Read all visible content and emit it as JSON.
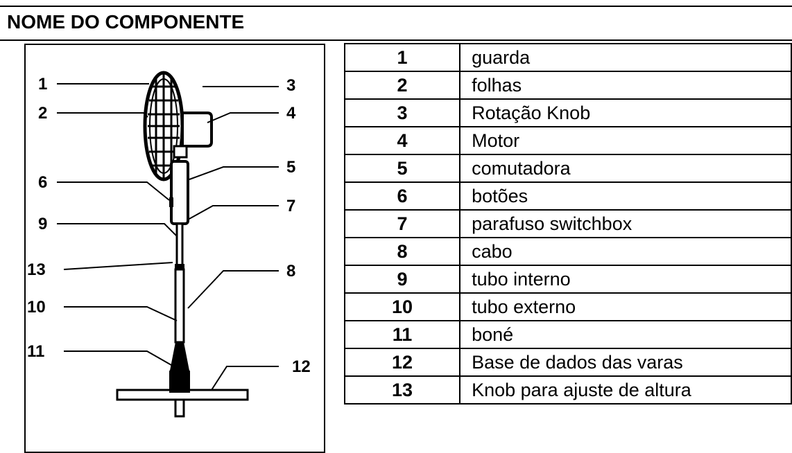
{
  "header": {
    "title": "NOME DO COMPONENTE"
  },
  "figure": {
    "callouts": [
      "1",
      "2",
      "3",
      "4",
      "5",
      "6",
      "7",
      "9",
      "13",
      "8",
      "10",
      "11",
      "12"
    ]
  },
  "parts": [
    {
      "num": "1",
      "name": "guarda"
    },
    {
      "num": "2",
      "name": "folhas"
    },
    {
      "num": "3",
      "name": "Rotação Knob"
    },
    {
      "num": "4",
      "name": "Motor"
    },
    {
      "num": "5",
      "name": "comutadora"
    },
    {
      "num": "6",
      "name": "botões"
    },
    {
      "num": "7",
      "name": "parafuso switchbox"
    },
    {
      "num": "8",
      "name": "cabo"
    },
    {
      "num": "9",
      "name": "tubo interno"
    },
    {
      "num": "10",
      "name": "tubo externo"
    },
    {
      "num": "11",
      "name": "boné"
    },
    {
      "num": "12",
      "name": "Base de dados das varas"
    },
    {
      "num": "13",
      "name": "Knob para ajuste de altura"
    }
  ]
}
